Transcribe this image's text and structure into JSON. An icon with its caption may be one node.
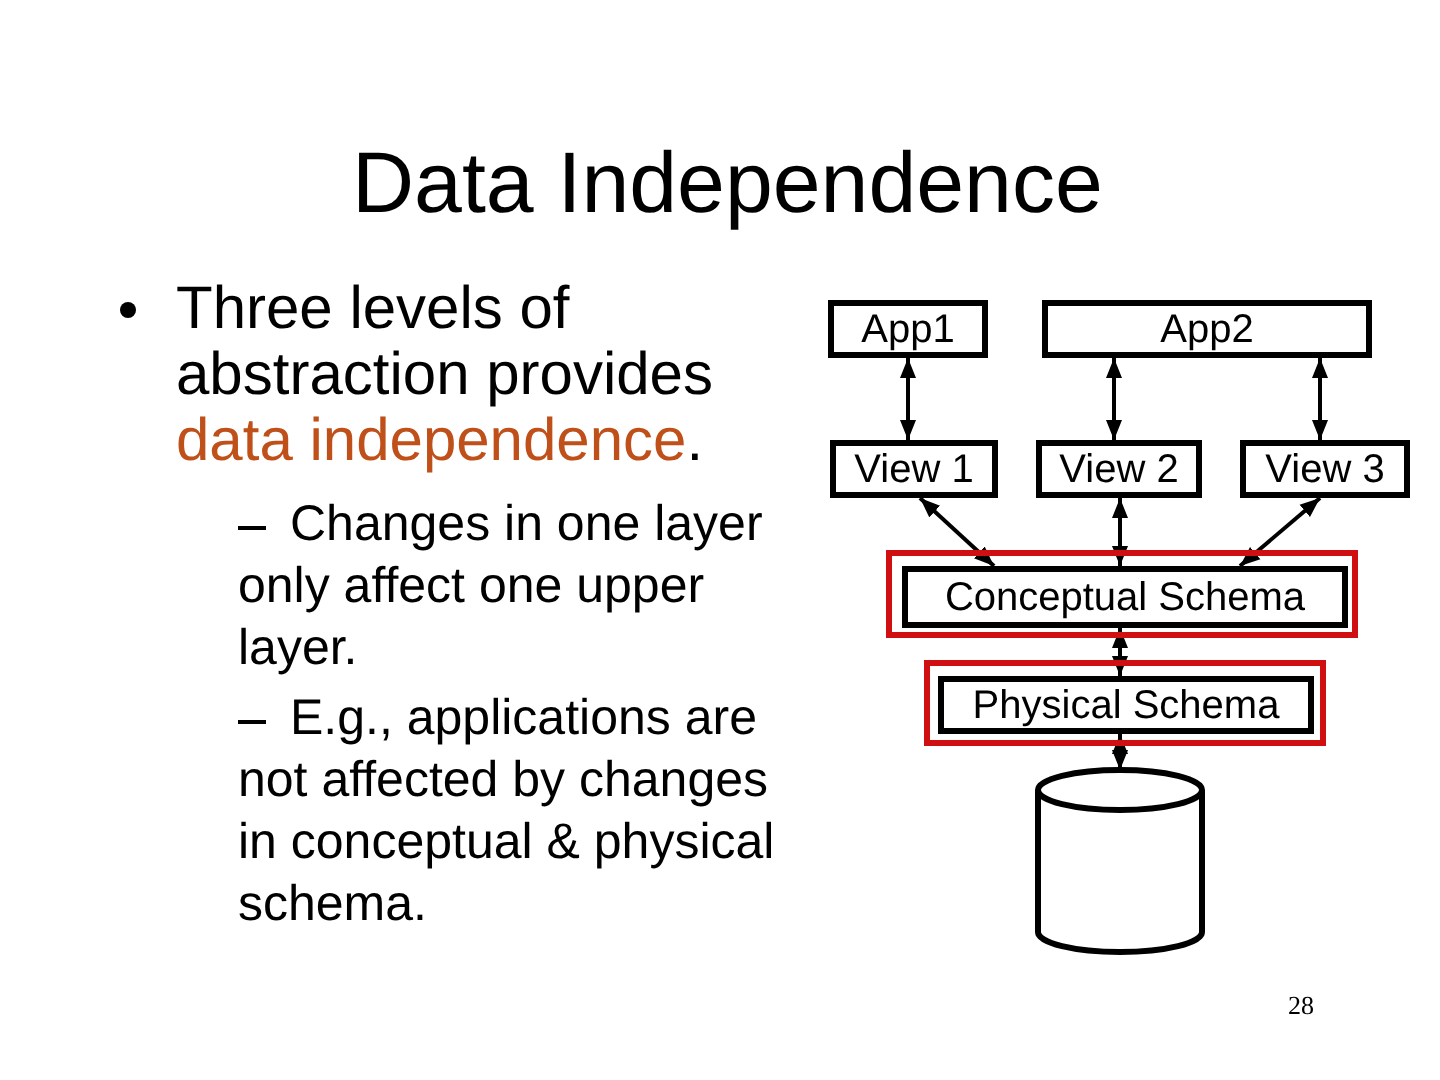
{
  "diagram": {
    "title": "Data Independence",
    "nodes": [
      {
        "text": [
          "App1"
        ]
      },
      {
        "text": [
          "App2"
        ]
      },
      {
        "text": [
          "View 1"
        ]
      },
      {
        "text": [
          "View 2"
        ]
      },
      {
        "text": [
          "View 3"
        ]
      },
      {
        "text": [],
        "shape": "box"
      },
      {
        "text": [
          "Conceptual Schema"
        ],
        "in": 5
      },
      {
        "text": [],
        "shape": "box"
      },
      {
        "text": [
          "Physical Schema"
        ],
        "in": 7
      },
      {
        "text": [],
        "shape": "cylinder"
      }
    ],
    "edges": [
      {
        "from": 0,
        "to": 2,
        "arrow": "both"
      },
      {
        "from": 1,
        "to": 3,
        "arrow": "both"
      },
      {
        "from": 1,
        "to": 4,
        "arrow": "both"
      },
      {
        "from": 2,
        "to": 6,
        "arrow": "both"
      },
      {
        "from": 3,
        "to": 6,
        "arrow": "both"
      },
      {
        "from": 4,
        "to": 6,
        "arrow": "both"
      },
      {
        "from": 6,
        "to": 8,
        "arrow": "both"
      },
      {
        "from": 8,
        "to": 9,
        "arrow": "both"
      }
    ],
    "labels": [
      "Three levels of abstraction provides **data independence**.",
      "Changes in one layer only affect one upper layer.",
      "E.g., applications are not affected by changes in conceptual & physical schema.",
      "28"
    ]
  }
}
